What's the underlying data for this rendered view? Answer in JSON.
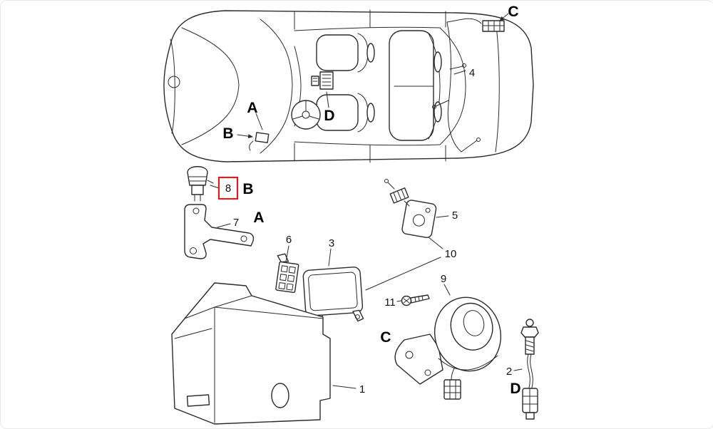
{
  "diagram": {
    "highlight": {
      "part_number": "8",
      "color": "#e01b24"
    },
    "line_color": "#2b2b2b",
    "background": "#ffffff",
    "car_labels": {
      "c": "C",
      "n4": "4",
      "a": "A",
      "b": "B",
      "d": "D"
    },
    "part_labels": {
      "n8": "8",
      "b": "B",
      "n7": "7",
      "a": "A",
      "n6": "6",
      "n3": "3",
      "n5": "5",
      "n10": "10",
      "n11": "11",
      "n9": "9",
      "c": "C",
      "n1": "1",
      "n2": "2",
      "d": "D"
    }
  }
}
